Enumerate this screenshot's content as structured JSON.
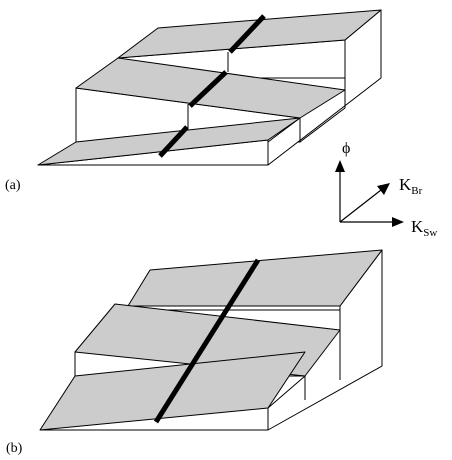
{
  "panels": {
    "a_label": "(a)",
    "b_label": "(b)"
  },
  "axes": {
    "phi": "ϕ",
    "k_br_main": "K",
    "k_br_sub": "Br",
    "k_sw_main": "K",
    "k_sw_sub": "Sw"
  }
}
